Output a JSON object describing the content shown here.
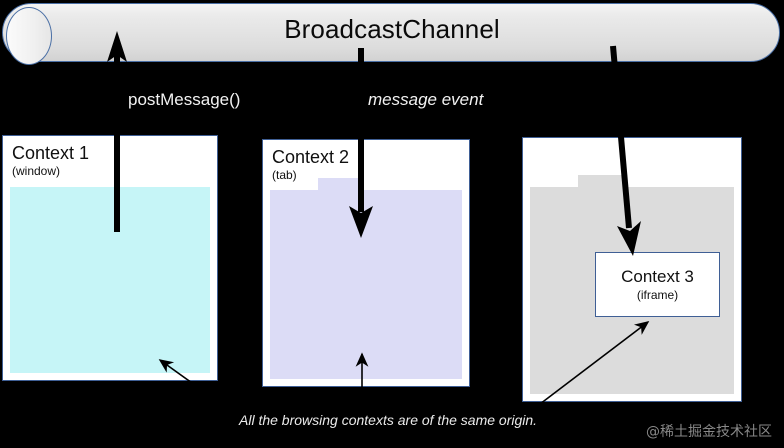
{
  "channel": {
    "title": "BroadcastChannel",
    "border_color": "#4a6fa5",
    "fill_color": "#e4e4e4"
  },
  "links": {
    "post_message_label": "postMessage()",
    "message_event_label": "message event"
  },
  "contexts": [
    {
      "title": "Context 1",
      "subtitle": "(window)",
      "fill_color": "#c6f5f7"
    },
    {
      "title": "Context 2",
      "subtitle": "(tab)",
      "fill_color": "#dcdcf6"
    },
    {
      "title": "",
      "subtitle": "",
      "fill_color": "#dcdcdc"
    }
  ],
  "nested_context": {
    "title": "Context 3",
    "subtitle": "(iframe)",
    "fill_color": "#ffffff"
  },
  "caption": {
    "same_origin_note": "All the browsing contexts are of the same origin."
  },
  "watermark": {
    "text": "@稀土掘金技术社区"
  }
}
